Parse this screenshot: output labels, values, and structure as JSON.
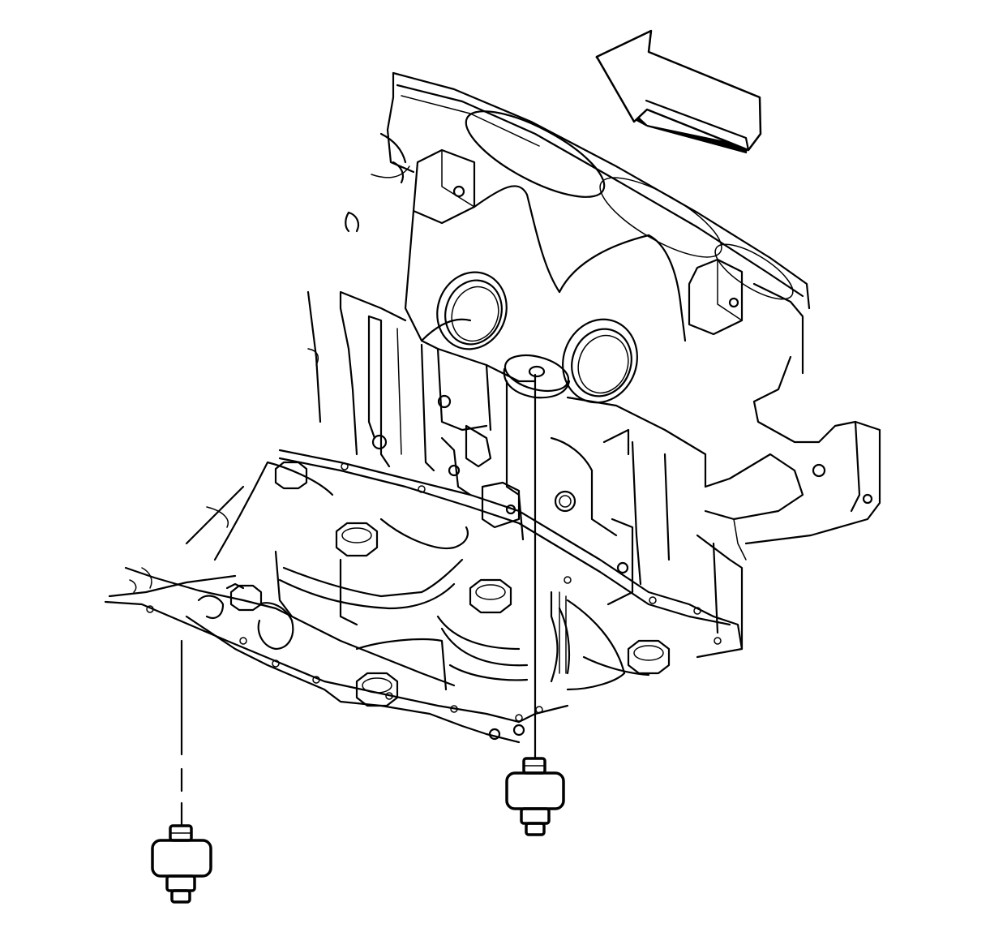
{
  "diagram": {
    "subject": "engine-block-underside",
    "components": [
      "engine-block",
      "oil-pan-rail",
      "main-bearing-caps",
      "knock-sensor-front",
      "knock-sensor-rear"
    ],
    "arrow": "front-direction-arrow",
    "colors": {
      "line": "#000000",
      "background": "#ffffff"
    }
  }
}
